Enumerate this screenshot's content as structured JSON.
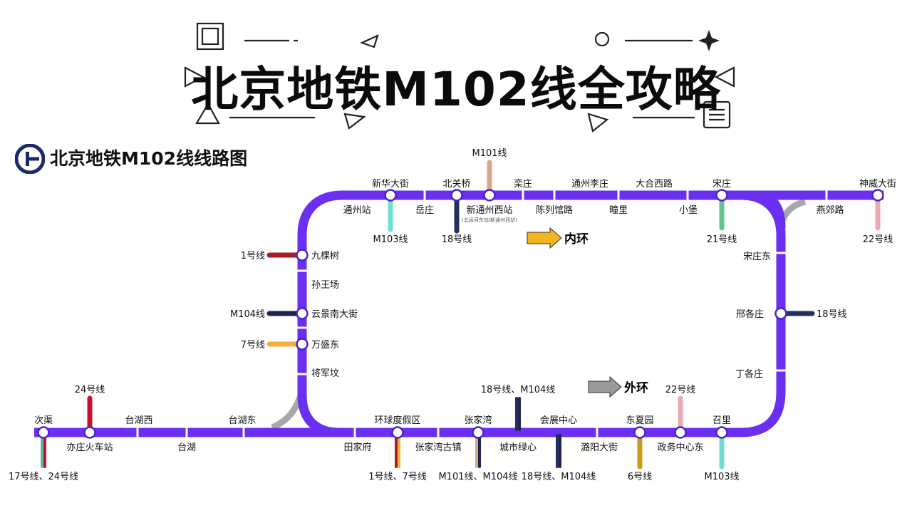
{
  "title": "北京地铁M102线全攻略",
  "subtitle": "北京地铁M102线线路图",
  "colors": {
    "line": "#6a2ff0",
    "inner_arrow": "#f2b51f",
    "outer_arrow": "#9a9a9a",
    "station_fill": "#ffffff",
    "station_stroke": "#4a22c8"
  },
  "directions": {
    "inner": "内环",
    "outer": "外环"
  },
  "stations": [
    {
      "id": "cigu",
      "name": "次渠"
    },
    {
      "id": "yizhuang",
      "name": "亦庄火车站"
    },
    {
      "id": "taihuxi",
      "name": "台湖西"
    },
    {
      "id": "taihu",
      "name": "台湖"
    },
    {
      "id": "taihudong",
      "name": "台湖东"
    },
    {
      "id": "tianjiafu",
      "name": "田家府"
    },
    {
      "id": "huanqiu",
      "name": "环球度假区"
    },
    {
      "id": "zhangjiawangujun",
      "name": "张家湾古镇"
    },
    {
      "id": "zhangjiawan",
      "name": "张家湾"
    },
    {
      "id": "chengshilvxin",
      "name": "城市绿心"
    },
    {
      "id": "huizhanzhongxin",
      "name": "会展中心"
    },
    {
      "id": "luyangdajie",
      "name": "潞阳大街"
    },
    {
      "id": "dongxiayuan",
      "name": "东夏园"
    },
    {
      "id": "zhengwuzhongxindong",
      "name": "政务中心东"
    },
    {
      "id": "zhaoli",
      "name": "召里"
    },
    {
      "id": "dingezhuang",
      "name": "丁各庄"
    },
    {
      "id": "xingezhuang",
      "name": "邢各庄"
    },
    {
      "id": "songzhuangdong",
      "name": "宋庄东"
    },
    {
      "id": "yanjiaolu",
      "name": "燕郊路"
    },
    {
      "id": "shenweidajie",
      "name": "神威大街"
    },
    {
      "id": "songzhuang",
      "name": "宋庄"
    },
    {
      "id": "xiaobao",
      "name": "小堡"
    },
    {
      "id": "dahexilu",
      "name": "大合西路"
    },
    {
      "id": "tongli",
      "name": "疃里"
    },
    {
      "id": "tongzhouliyuan",
      "name": "通州李庄"
    },
    {
      "id": "chenliezhuanglu",
      "name": "陈列馆路"
    },
    {
      "id": "luanzhuang",
      "name": "栾庄"
    },
    {
      "id": "xintongzhouxi",
      "name": "新通州西站"
    },
    {
      "id": "beiguanqiao",
      "name": "北关桥"
    },
    {
      "id": "yuezhuang",
      "name": "岳庄"
    },
    {
      "id": "xinhuadajie",
      "name": "新华大街"
    },
    {
      "id": "tongzhouzhan",
      "name": "通州站"
    },
    {
      "id": "jiukeshu",
      "name": "九棵树"
    },
    {
      "id": "sunwangchang",
      "name": "孙王场"
    },
    {
      "id": "yunjingnandajie",
      "name": "云景南大街"
    },
    {
      "id": "wanshengdong",
      "name": "万盛东"
    },
    {
      "id": "jiangjunfen",
      "name": "将军坟"
    }
  ],
  "xinshixin_note": "(北运河东站/新通州西站)",
  "transfers": [
    {
      "label": "17号线、24号线"
    },
    {
      "label": "24号线"
    },
    {
      "label": "1号线、7号线"
    },
    {
      "label": "M101线、M104线"
    },
    {
      "label": "18号线、M104线"
    },
    {
      "label": "18号线、M104线"
    },
    {
      "label": "6号线"
    },
    {
      "label": "22号线"
    },
    {
      "label": "M103线"
    },
    {
      "label": "18号线"
    },
    {
      "label": "21号线"
    },
    {
      "label": "22号线"
    },
    {
      "label": "M101线"
    },
    {
      "label": "18号线"
    },
    {
      "label": "M103线"
    },
    {
      "label": "1号线"
    },
    {
      "label": "M104线"
    },
    {
      "label": "7号线"
    }
  ],
  "transfer_colors": {
    "l1": "#a81c23",
    "l7": "#f2b33c",
    "l17": "#5ab8a7",
    "l24": "#c8102e",
    "m101": "#d9a68a",
    "m103": "#6fe0d0",
    "l18": "#23305e",
    "m104": "#1f2350",
    "l6": "#c89a1a",
    "l22": "#e8a9b3",
    "l21": "#62c48f"
  }
}
